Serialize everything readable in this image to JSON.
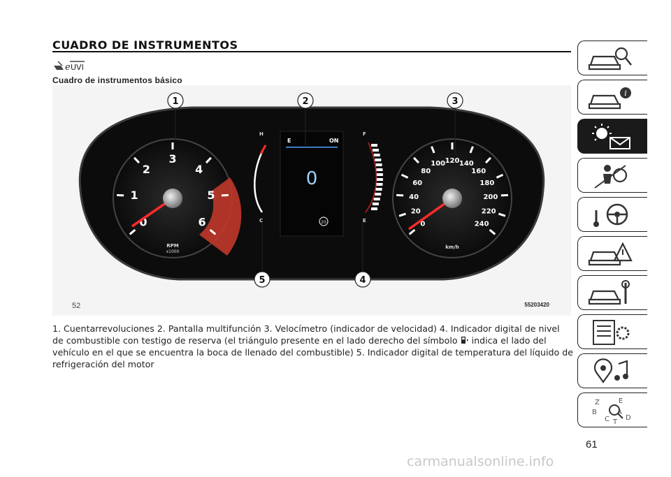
{
  "header": {
    "title": "CUADRO DE INSTRUMENTOS"
  },
  "subtitle": "Cuadro de instrumentos básico",
  "figure": {
    "page_ref": "52",
    "code": "55203420",
    "callouts": [
      "1",
      "2",
      "3",
      "4",
      "5"
    ],
    "tachometer": {
      "ticks": [
        "0",
        "1",
        "2",
        "3",
        "4",
        "5",
        "6"
      ],
      "unit": "RPM",
      "multiplier": "x1000"
    },
    "speedometer": {
      "ticks": [
        "0",
        "20",
        "40",
        "60",
        "80",
        "100",
        "120",
        "140",
        "160",
        "180",
        "200",
        "220",
        "240"
      ],
      "unit": "km/h"
    },
    "display": {
      "gear": "0",
      "speed_badge": "20",
      "eco_left": "E",
      "eco_right": "ON"
    },
    "temp_gauge": {
      "top": "H",
      "bottom": "C"
    },
    "fuel_gauge": {
      "top": "F",
      "bottom": "E"
    }
  },
  "caption": {
    "part1": "1. Cuentarrevoluciones 2. Pantalla multifunción 3. Velocímetro (indicador de velocidad) 4. Indicador digital de nivel de combustible con testigo de reserva (el triángulo presente en el lado derecho del símbolo",
    "part2": "indica el lado del vehículo en el que se encuentra la boca de llenado del combustible) 5. Indicador digital de temperatura del líquido de refrigeración del motor"
  },
  "sidebar": {
    "tabs": [
      {
        "icon": "car-search-icon"
      },
      {
        "icon": "car-info-icon"
      },
      {
        "icon": "light-mail-icon",
        "active": true
      },
      {
        "icon": "airbag-person-icon"
      },
      {
        "icon": "steering-wheel-icon"
      },
      {
        "icon": "car-warning-icon"
      },
      {
        "icon": "car-wrench-icon"
      },
      {
        "icon": "specs-gear-icon"
      },
      {
        "icon": "multimedia-icon"
      },
      {
        "icon": "alphabet-index-icon"
      }
    ]
  },
  "page_number": "61",
  "watermark": "carmanualsonline.info"
}
